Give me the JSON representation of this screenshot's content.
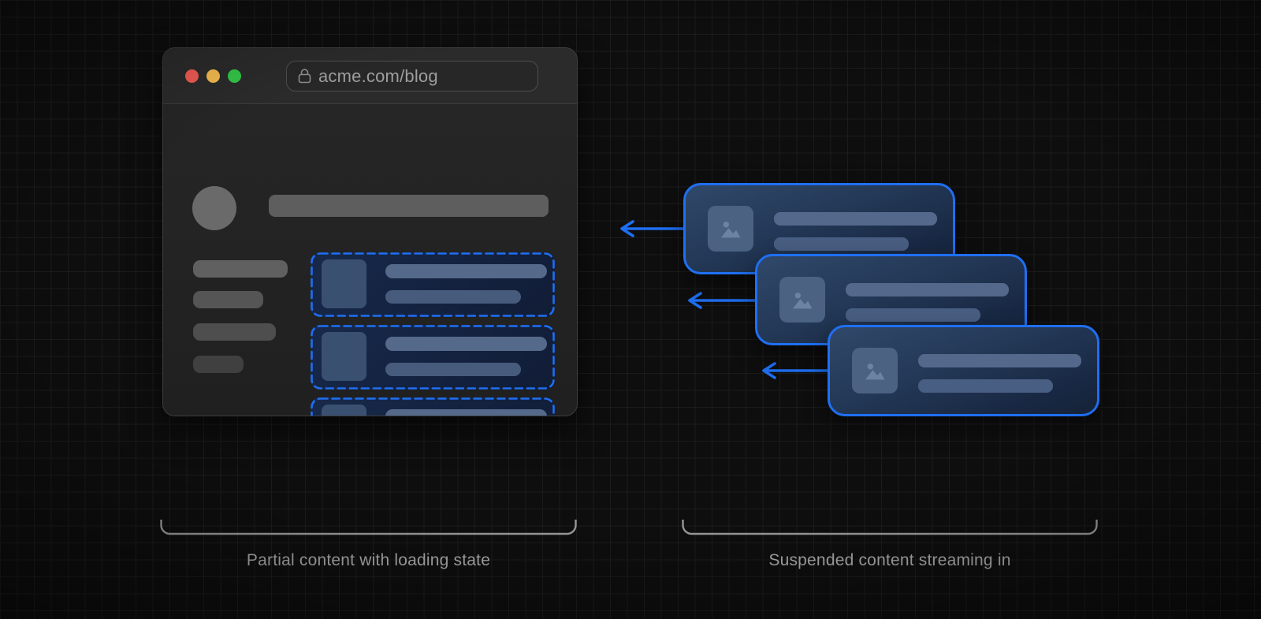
{
  "colors": {
    "accent_blue": "#1f6ff2",
    "background": "#0e0e0e",
    "grid_line": "#1c1c1c",
    "traffic_red": "#f25c54",
    "traffic_yellow": "#f5bd4f",
    "traffic_green": "#34c748",
    "bracket": "#9a9a9a",
    "label_text": "#ababab",
    "url_text": "#9e9e9e"
  },
  "browser": {
    "url": "acme.com/blog",
    "lock_icon": "lock-icon",
    "traffic_lights": [
      "close",
      "minimize",
      "zoom"
    ],
    "skeleton": {
      "sidebar_bars": 4,
      "placeholder_cards": 3
    }
  },
  "stream": {
    "cards": 3,
    "thumb_icon": "image-icon",
    "arrow_icon": "arrow-left-icon"
  },
  "captions": {
    "left": "Partial content with loading state",
    "right": "Suspended content streaming in"
  }
}
